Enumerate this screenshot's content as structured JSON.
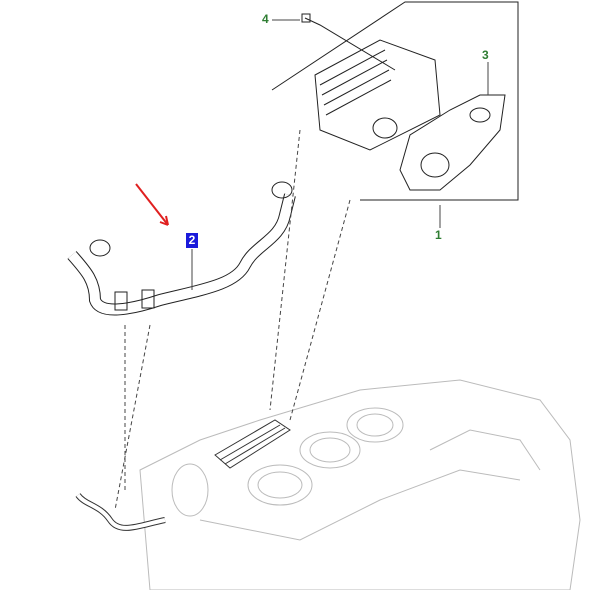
{
  "callouts": [
    {
      "id": "4",
      "text": "4"
    },
    {
      "id": "3",
      "text": "3"
    },
    {
      "id": "1",
      "text": "1"
    },
    {
      "id": "2",
      "text": "2",
      "highlighted": true
    }
  ],
  "colors": {
    "callout": "#2e7d32",
    "highlight": "#1a1adb",
    "arrow": "#e02020"
  }
}
